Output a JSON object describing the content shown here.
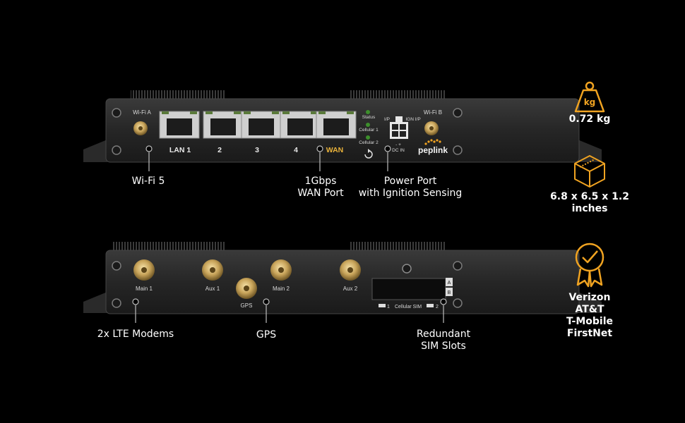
{
  "colors": {
    "background": "#000000",
    "accent": "#f0a321",
    "device_body": "#2b2b2b"
  },
  "front_panel": {
    "wifi_a": "Wi-Fi A",
    "wifi_b": "Wi-Fi B",
    "ports": [
      "LAN 1",
      "2",
      "3",
      "4",
      "WAN"
    ],
    "leds": [
      "Status",
      "Cellular 1",
      "Cellular 2"
    ],
    "power_labels": {
      "ip": "I/P",
      "ign": "IGN I/P",
      "dc": "DC IN"
    },
    "brand": "peplink"
  },
  "back_panel": {
    "antennas": [
      "Main 1",
      "Aux 1",
      "GPS",
      "Main 2",
      "Aux 2"
    ],
    "sim_tray": {
      "label": "Cellular SIM",
      "slot1": "1",
      "slot2": "2",
      "slot_a": "A",
      "slot_b": "B"
    }
  },
  "callouts": {
    "wifi5": "Wi-Fi 5",
    "wan": [
      "1Gbps",
      "WAN Port"
    ],
    "power": [
      "Power Port",
      "with Ignition Sensing"
    ],
    "lte": "2x LTE Modems",
    "gps": "GPS",
    "sim": [
      "Redundant",
      "SIM Slots"
    ]
  },
  "specs": {
    "weight_icon": "kg-weight-icon",
    "weight_icon_text": "kg",
    "weight": "0.72 kg",
    "dimensions_icon": "cube-dimensions-icon",
    "dimensions": [
      "6.8 x 6.5 x 1.2",
      "inches"
    ],
    "certified_icon": "check-badge-icon",
    "carriers": [
      "Verizon",
      "AT&T",
      "T-Mobile",
      "FirstNet"
    ]
  }
}
